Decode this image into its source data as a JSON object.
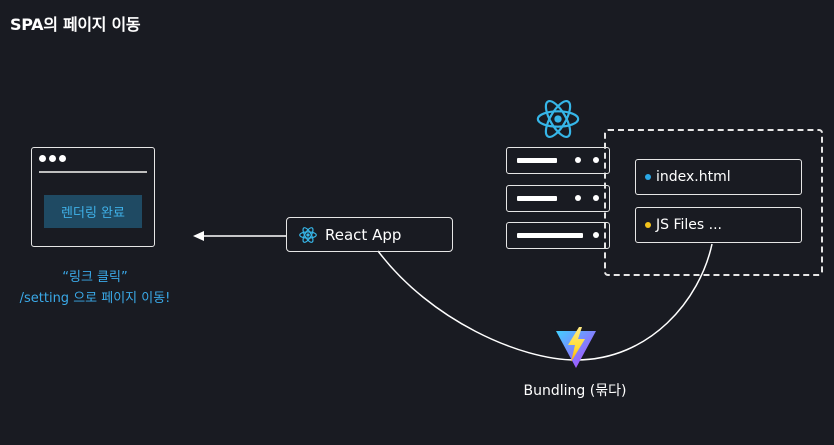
{
  "title": "SPA의 페이지 이동",
  "browser": {
    "status_label": "렌더링 완료"
  },
  "caption": {
    "line1": "“링크 클릭”",
    "line2": "/setting 으로 페이지 이동!"
  },
  "react_app": {
    "label": "React App",
    "icon": "react-icon"
  },
  "server_icon": "react-icon",
  "files": [
    {
      "label": "index.html",
      "dot_color": "#2aa8e6"
    },
    {
      "label": "JS Files ...",
      "dot_color": "#f2c21b"
    }
  ],
  "bundler": {
    "icon": "vite-icon",
    "label": "Bundling (묶다)"
  },
  "colors": {
    "background": "#191b22",
    "accent_blue": "#3aa9e8",
    "react_blue": "#36b6e8",
    "badge_bg": "#1f4a63"
  }
}
